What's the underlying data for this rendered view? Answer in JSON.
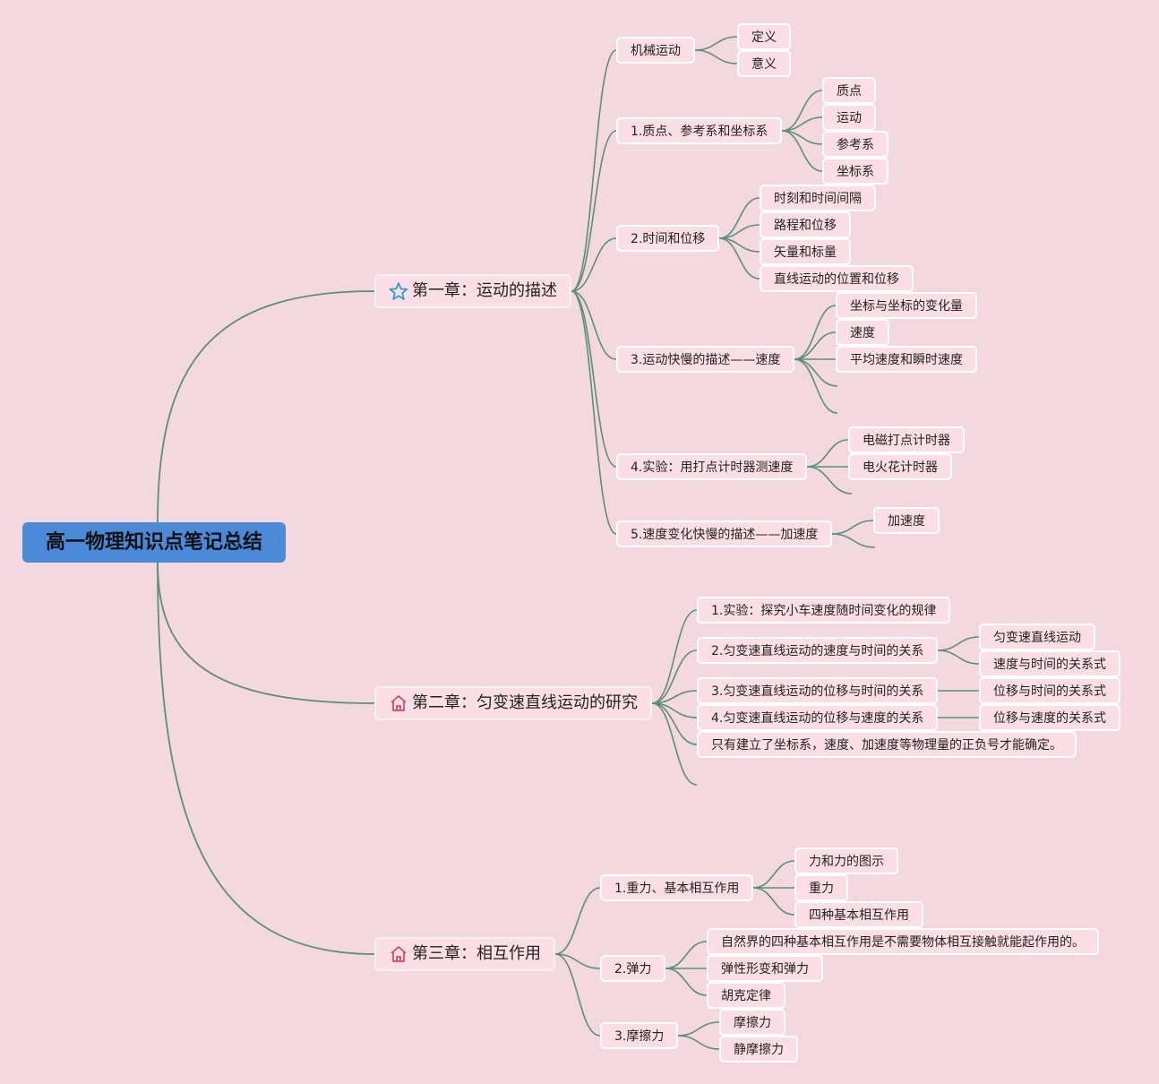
{
  "root": {
    "title": "高一物理知识点笔记总结"
  },
  "colors": {
    "background": "#f4d8e0",
    "root": "#4a8ad8",
    "link": "#5a8f7b",
    "node_border": "#ffffff"
  },
  "chapters": [
    {
      "label": "第一章：运动的描述",
      "icon": "star-icon",
      "sections": [
        {
          "label": "机械运动",
          "items": [
            "定义",
            "意义"
          ]
        },
        {
          "label": "1.质点、参考系和坐标系",
          "items": [
            "质点",
            "运动",
            "参考系",
            "坐标系"
          ]
        },
        {
          "label": "2.时间和位移",
          "items": [
            "时刻和时间间隔",
            "路程和位移",
            "矢量和标量",
            "直线运动的位置和位移"
          ]
        },
        {
          "label": "3.运动快慢的描述——速度",
          "items": [
            "坐标与坐标的变化量",
            "速度",
            "平均速度和瞬时速度"
          ]
        },
        {
          "label": "4.实验：用打点计时器测速度",
          "items": [
            "电磁打点计时器",
            "电火花计时器"
          ]
        },
        {
          "label": "5.速度变化快慢的描述——加速度",
          "items": [
            "加速度"
          ]
        }
      ]
    },
    {
      "label": "第二章：匀变速直线运动的研究",
      "icon": "home-icon",
      "sections": [
        {
          "label": "1.实验：探究小车速度随时间变化的规律",
          "items": []
        },
        {
          "label": "2.匀变速直线运动的速度与时间的关系",
          "items": [
            "匀变速直线运动",
            "速度与时间的关系式"
          ]
        },
        {
          "label": "3.匀变速直线运动的位移与时间的关系",
          "items": [
            "位移与时间的关系式"
          ]
        },
        {
          "label": "4.匀变速直线运动的位移与速度的关系",
          "items": [
            "位移与速度的关系式"
          ]
        },
        {
          "label": "只有建立了坐标系，速度、加速度等物理量的正负号才能确定。",
          "items": []
        }
      ]
    },
    {
      "label": "第三章：相互作用",
      "icon": "home-icon",
      "sections": [
        {
          "label": "1.重力、基本相互作用",
          "items": [
            "力和力的图示",
            "重力",
            "四种基本相互作用"
          ]
        },
        {
          "label": "2.弹力",
          "items": [
            "自然界的四种基本相互作用是不需要物体相互接触就能起作用的。",
            "弹性形变和弹力",
            "胡克定律"
          ]
        },
        {
          "label": "3.摩擦力",
          "items": [
            "摩擦力",
            "静摩擦力"
          ]
        }
      ]
    }
  ]
}
